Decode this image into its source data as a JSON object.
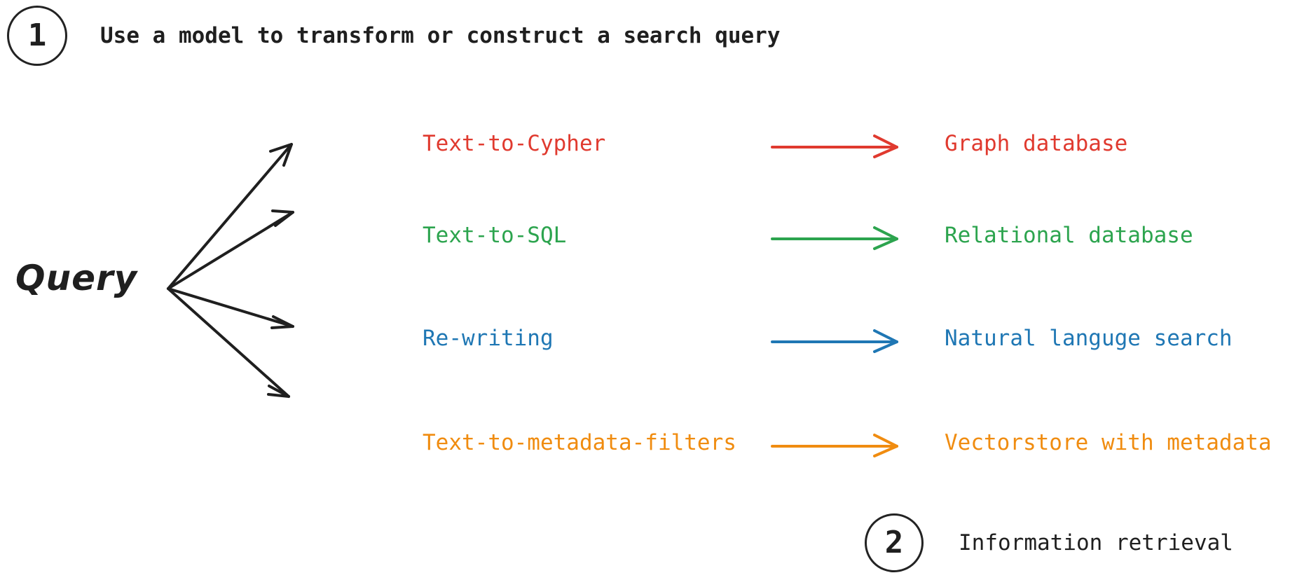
{
  "steps": [
    {
      "number": "1",
      "label": "Use a model to transform or construct a search query"
    },
    {
      "number": "2",
      "label": "Information retrieval"
    }
  ],
  "source": {
    "label": "Query",
    "fan_icon": "four-way-branch-arrows-icon"
  },
  "colors": {
    "red": "#E03A2F",
    "green": "#2CA44E",
    "blue": "#1F77B4",
    "orange": "#F08C10",
    "ink": "#1F1F1F",
    "background": "#FFFFFF"
  },
  "rows": [
    {
      "transform": "Text-to-Cypher",
      "arrow": "arrow-right-icon",
      "target": "Graph database",
      "color": "#E03A2F"
    },
    {
      "transform": "Text-to-SQL",
      "arrow": "arrow-right-icon",
      "target": "Relational database",
      "color": "#2CA44E"
    },
    {
      "transform": "Re-writing",
      "arrow": "arrow-right-icon",
      "target": "Natural languge search",
      "color": "#1F77B4"
    },
    {
      "transform": "Text-to-metadata-filters",
      "arrow": "arrow-right-icon",
      "target": "Vectorstore with metadata",
      "color": "#F08C10"
    }
  ]
}
